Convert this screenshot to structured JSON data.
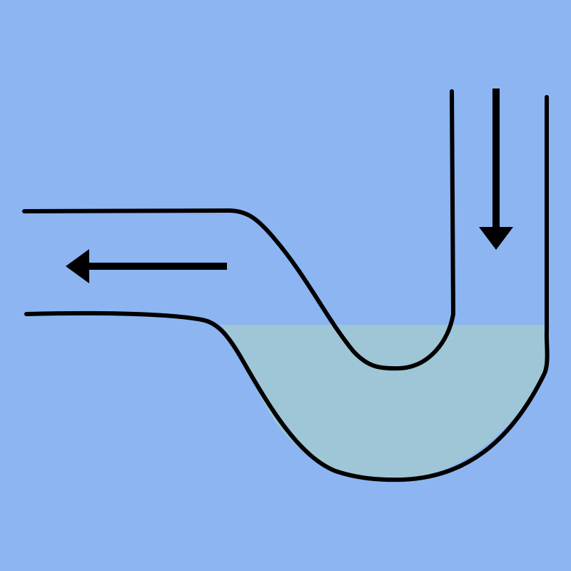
{
  "diagram": {
    "subject": "p-trap-pipe-with-water-seal",
    "colors": {
      "background": "#8cb5f2",
      "water": "#9fc6d6",
      "outline": "#000000"
    },
    "pipe": {
      "inlet_side": "top-right",
      "outlet_side": "left"
    },
    "water": {
      "present": true,
      "region": "trap-bend"
    },
    "arrows": [
      {
        "id": "inflow",
        "direction": "down"
      },
      {
        "id": "outflow",
        "direction": "left"
      }
    ]
  }
}
